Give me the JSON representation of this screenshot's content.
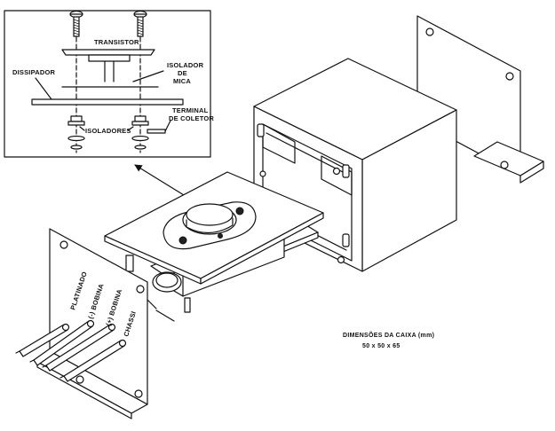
{
  "labels": {
    "transistor": "TRANSISTOR",
    "dissipador": "DISSIPADOR",
    "isolador_l1": "ISOLADOR",
    "isolador_l2": "DE",
    "isolador_l3": "MICA",
    "terminal_l1": "TERMINAL",
    "terminal_l2": "DE COLETOR",
    "isoladores": "ISOLADORES"
  },
  "wires": {
    "platinado": "PLATINADO",
    "bobina_neg": "(-) BOBINA",
    "bobina_pos": "(+) BOBINA",
    "chassi": "CHASSI"
  },
  "dimensions": {
    "title": "DIMENSÕES DA CAIXA (mm)",
    "value": "50 x 50 x 65"
  }
}
